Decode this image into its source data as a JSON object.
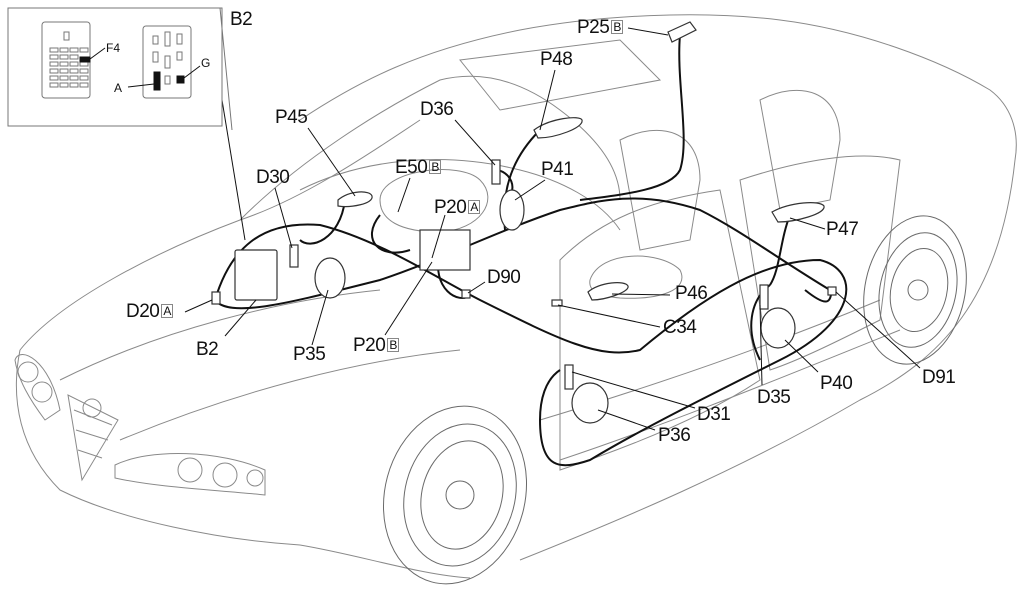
{
  "diagram": {
    "subject": "Car audio system wiring layout",
    "inset": {
      "title": "B2",
      "labels": {
        "f4": "F4",
        "a": "A",
        "g": "G"
      }
    },
    "labels": {
      "p25": {
        "code": "P25",
        "variant": "B"
      },
      "p48": {
        "code": "P48"
      },
      "p45": {
        "code": "P45"
      },
      "d36": {
        "code": "D36"
      },
      "d30": {
        "code": "D30"
      },
      "e50": {
        "code": "E50",
        "variant": "B"
      },
      "p41": {
        "code": "P41"
      },
      "p20a": {
        "code": "P20",
        "variant": "A"
      },
      "p47": {
        "code": "P47"
      },
      "d90": {
        "code": "D90"
      },
      "p46": {
        "code": "P46"
      },
      "d20a": {
        "code": "D20",
        "variant": "A"
      },
      "c34": {
        "code": "C34"
      },
      "b2": {
        "code": "B2"
      },
      "p35": {
        "code": "P35"
      },
      "p20b": {
        "code": "P20",
        "variant": "B"
      },
      "d91": {
        "code": "D91"
      },
      "p40": {
        "code": "P40"
      },
      "d35": {
        "code": "D35"
      },
      "d31": {
        "code": "D31"
      },
      "p36": {
        "code": "P36"
      }
    },
    "colors": {
      "line": "#111111",
      "outline": "#8a8a8a",
      "background": "#ffffff"
    }
  }
}
